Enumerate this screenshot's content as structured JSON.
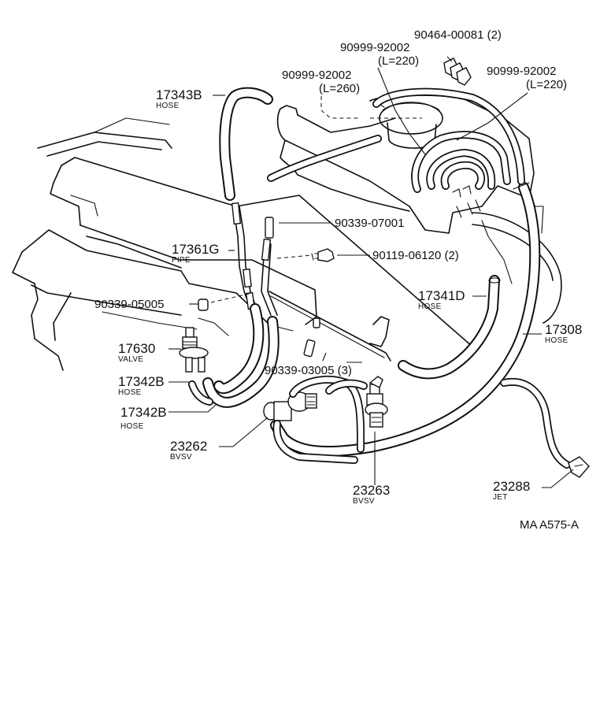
{
  "callouts": {
    "p17343B": {
      "number": "17343B",
      "name": "HOSE"
    },
    "p90464": {
      "number": "90464-00081 (2)"
    },
    "p90999_left": {
      "number": "90999-92002",
      "length": "(L=260)"
    },
    "p90999_mid": {
      "number": "90999-92002",
      "length": "(L=220)"
    },
    "p90999_right": {
      "number": "90999-92002",
      "length": "(L=220)"
    },
    "p90339_07001": {
      "number": "90339-07001"
    },
    "p17361G": {
      "number": "17361G",
      "name": "PIPE"
    },
    "p90119": {
      "number": "90119-06120 (2)"
    },
    "p90339_05005": {
      "number": "90339-05005"
    },
    "p17341D": {
      "number": "17341D",
      "name": "HOSE"
    },
    "p17630": {
      "number": "17630",
      "name": "VALVE"
    },
    "p17308": {
      "number": "17308",
      "name": "HOSE"
    },
    "p90339_03005": {
      "number": "90339-03005 (3)"
    },
    "p17342B_upper": {
      "number": "17342B",
      "name": "HOSE"
    },
    "p17342B_lower": {
      "number": "17342B",
      "name": "HOSE"
    },
    "p23262": {
      "number": "23262",
      "name": "BVSV"
    },
    "p23263": {
      "number": "23263",
      "name": "BVSV"
    },
    "p23288": {
      "number": "23288",
      "name": "JET"
    }
  },
  "figure_code": "MA A575-A"
}
